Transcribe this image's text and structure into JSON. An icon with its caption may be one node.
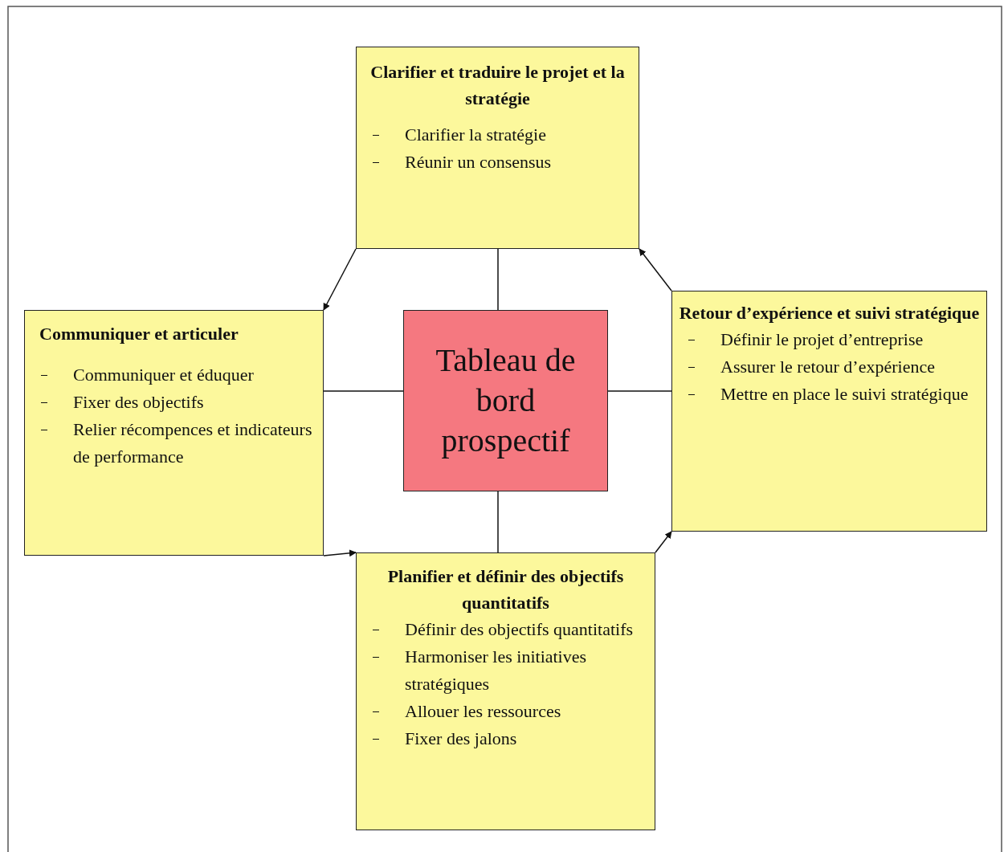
{
  "diagram": {
    "nodes": [
      {
        "text": [
          "Clarifier et traduire le projet et la stratégie",
          "Clarifier la stratégie",
          "Réunir un consensus"
        ]
      },
      {
        "text": [
          "Communiquer et articuler",
          "Communiquer et éduquer",
          "Fixer des objectifs",
          "Relier récompences et indicateurs de performance"
        ]
      },
      {
        "text": [
          "Tableau de bord prospectif"
        ]
      },
      {
        "text": [
          "Retour d’expérience et suivi stratégique",
          "Définir le projet d’entreprise",
          "Assurer le retour d’expérience",
          "Mettre en place le suivi stratégique"
        ]
      },
      {
        "text": [
          "Planifier et définir des objectifs quantitatifs",
          "Définir des objectifs quantitatifs",
          "Harmoniser les initiatives stratégiques",
          "Allouer les ressources",
          "Fixer des jalons"
        ]
      }
    ],
    "edges": [
      {
        "from": 2,
        "to": 0,
        "arrow": "none"
      },
      {
        "from": 2,
        "to": 1,
        "arrow": "none"
      },
      {
        "from": 2,
        "to": 3,
        "arrow": "none"
      },
      {
        "from": 2,
        "to": 4,
        "arrow": "none"
      },
      {
        "from": 0,
        "to": 1,
        "arrow": "to"
      },
      {
        "from": 1,
        "to": 4,
        "arrow": "to"
      },
      {
        "from": 4,
        "to": 3,
        "arrow": "to"
      },
      {
        "from": 3,
        "to": 0,
        "arrow": "to"
      }
    ]
  }
}
